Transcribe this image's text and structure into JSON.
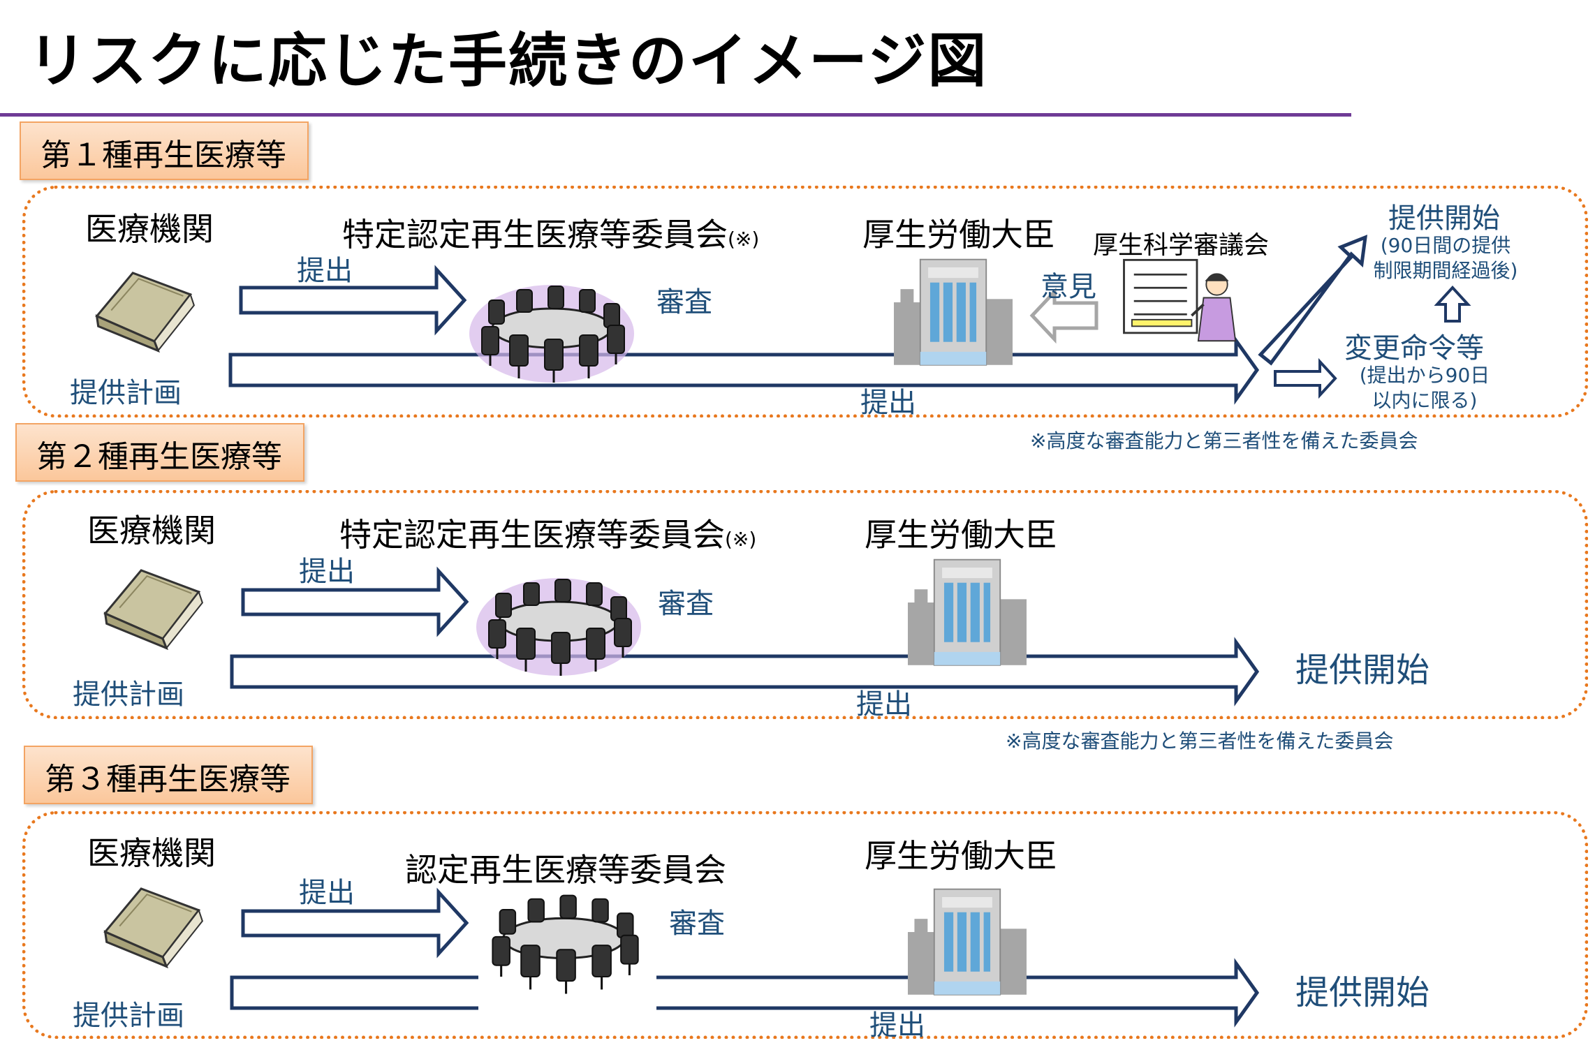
{
  "title": "リスクに応じた手続きのイメージ図",
  "colors": {
    "accent": "#6f3b96",
    "panel_border": "#e8781e",
    "tab_fill": "#fbc79b",
    "arrow": "#1f3864",
    "text_blue": "#1f4e79"
  },
  "sections": [
    {
      "category": "第１種再生医療等",
      "institution": "医療機関",
      "plan": "提供計画",
      "committee": "特定認定再生医療等委員会",
      "committee_mark": "(※)",
      "submit_top": "提出",
      "review": "審査",
      "minister": "厚生労働大臣",
      "council": "厚生科学審議会",
      "opinion": "意見",
      "submit_bottom": "提出",
      "start": "提供開始",
      "start_note_l1": "(90日間の提供",
      "start_note_l2": "制限期間経過後)",
      "change_order": "変更命令等",
      "change_note_l1": "(提出から90日",
      "change_note_l2": "以内に限る)",
      "footnote": "※高度な審査能力と第三者性を備えた委員会"
    },
    {
      "category": "第２種再生医療等",
      "institution": "医療機関",
      "plan": "提供計画",
      "committee": "特定認定再生医療等委員会",
      "committee_mark": "(※)",
      "submit_top": "提出",
      "review": "審査",
      "minister": "厚生労働大臣",
      "submit_bottom": "提出",
      "start": "提供開始",
      "footnote": "※高度な審査能力と第三者性を備えた委員会"
    },
    {
      "category": "第３種再生医療等",
      "institution": "医療機関",
      "plan": "提供計画",
      "committee": "認定再生医療等委員会",
      "submit_top": "提出",
      "review": "審査",
      "minister": "厚生労働大臣",
      "submit_bottom": "提出",
      "start": "提供開始"
    }
  ]
}
